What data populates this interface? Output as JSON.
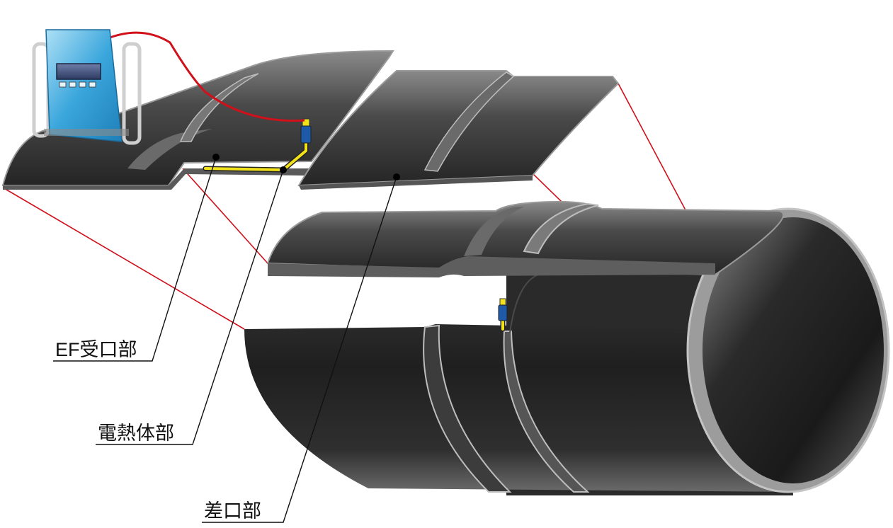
{
  "labels": {
    "ef_receptacle": "EF受口部",
    "heating_element": "電熱体部",
    "spigot": "差口部"
  },
  "colors": {
    "pipe_dark": "#2a2a2a",
    "pipe_mid": "#555555",
    "pipe_light": "#7a7a7a",
    "pipe_edge": "#bdbdbd",
    "guide_line": "#d0101a",
    "heating_wire": "#f2e21a",
    "power_cable": "#d0101a",
    "controller_blue": "#3aa6dc",
    "connector_blue": "#1e5aa8",
    "leader_line": "#111111"
  },
  "icons": {
    "controller": "ef-controller-icon",
    "terminal": "terminal-connector-icon"
  }
}
